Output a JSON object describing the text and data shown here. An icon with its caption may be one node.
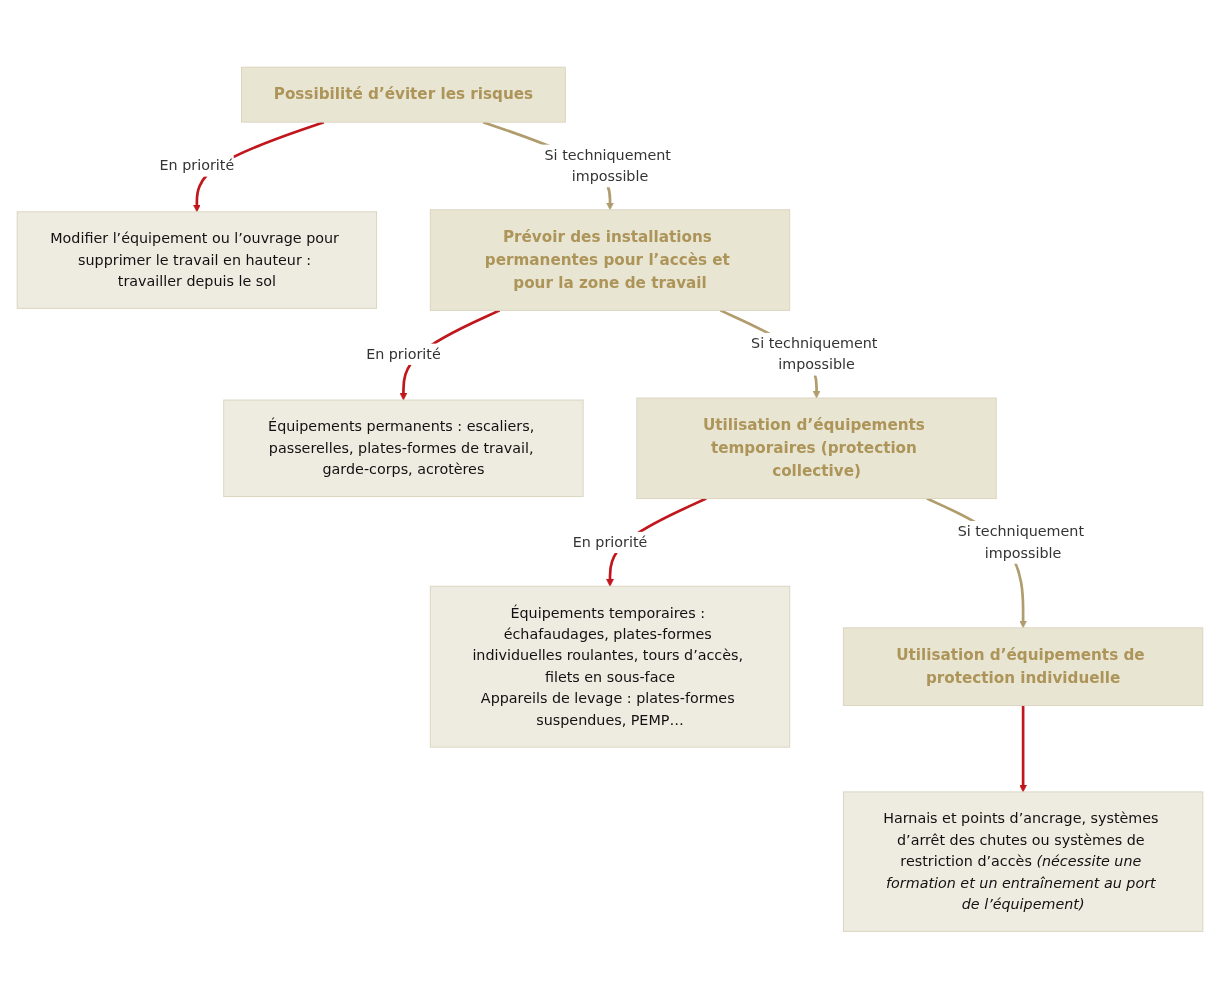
{
  "diagram": {
    "nodes": [
      {
        "text": [
          "Possibilité d’éviter les risques"
        ]
      },
      {
        "text": [
          "Modifier l’équipement ou l’ouvrage pour supprimer le travail en hauteur : travailler depuis le sol"
        ]
      },
      {
        "text": [
          "Prévoir des installations permanentes pour l’accès et pour la zone de travail"
        ]
      },
      {
        "text": [
          "Équipements permanents : escaliers, passerelles, plates-formes de travail, garde-corps, acrotères"
        ]
      },
      {
        "text": [
          "Utilisation d’équipements temporaires (protection collective)"
        ]
      },
      {
        "text": [
          "Équipements temporaires : échafaudages, plates-formes individuelles roulantes, tours d’accès, filets en sous-face",
          "Appareils de levage : plates-formes suspendues, PEMP…"
        ]
      },
      {
        "text": [
          "Utilisation d’équipements de protection individuelle"
        ]
      },
      {
        "text": [
          "Harnais et points d’ancrage, systèmes d’arrêt des chutes ou systèmes de restriction d’accès *(nécessite une formation et un entraînement au port de l’équipement)*"
        ]
      }
    ],
    "edges": [
      {
        "from": 0,
        "to": 1,
        "arrow": "to",
        "label": "En priorité",
        "color": "#c0161c"
      },
      {
        "from": 0,
        "to": 2,
        "arrow": "to",
        "label": "Si techniquement impossible",
        "color": "#b09c6c"
      },
      {
        "from": 2,
        "to": 3,
        "arrow": "to",
        "label": "En priorité",
        "color": "#c0161c"
      },
      {
        "from": 2,
        "to": 4,
        "arrow": "to",
        "label": "Si techniquement impossible",
        "color": "#b09c6c"
      },
      {
        "from": 4,
        "to": 5,
        "arrow": "to",
        "label": "En priorité",
        "color": "#c0161c"
      },
      {
        "from": 4,
        "to": 6,
        "arrow": "to",
        "label": "Si techniquement impossible",
        "color": "#b09c6c"
      },
      {
        "from": 6,
        "to": 7,
        "arrow": "to",
        "color": "#c0161c"
      }
    ]
  }
}
